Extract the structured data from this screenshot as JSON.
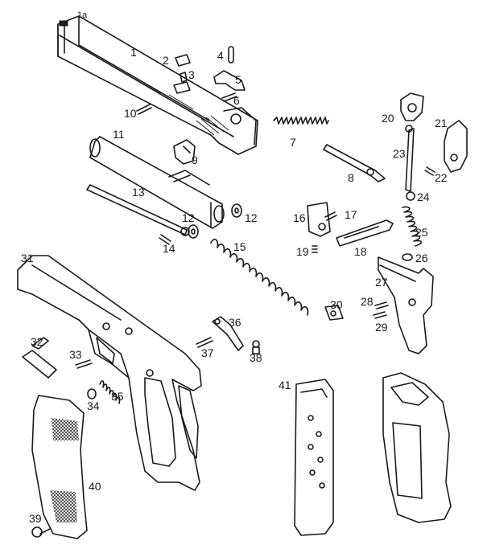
{
  "diagram": {
    "labels": [
      {
        "id": "1a",
        "text": "1a"
      },
      {
        "id": "1",
        "text": "1"
      },
      {
        "id": "2",
        "text": "2"
      },
      {
        "id": "3",
        "text": "3"
      },
      {
        "id": "4",
        "text": "4"
      },
      {
        "id": "5",
        "text": "5"
      },
      {
        "id": "6",
        "text": "6"
      },
      {
        "id": "7",
        "text": "7"
      },
      {
        "id": "8",
        "text": "8"
      },
      {
        "id": "9",
        "text": "9"
      },
      {
        "id": "10",
        "text": "10"
      },
      {
        "id": "11",
        "text": "11"
      },
      {
        "id": "12a",
        "text": "12"
      },
      {
        "id": "12b",
        "text": "12"
      },
      {
        "id": "13",
        "text": "13"
      },
      {
        "id": "14",
        "text": "14"
      },
      {
        "id": "15",
        "text": "15"
      },
      {
        "id": "16",
        "text": "16"
      },
      {
        "id": "17",
        "text": "17"
      },
      {
        "id": "18",
        "text": "18"
      },
      {
        "id": "19",
        "text": "19"
      },
      {
        "id": "20",
        "text": "20"
      },
      {
        "id": "21",
        "text": "21"
      },
      {
        "id": "22",
        "text": "22"
      },
      {
        "id": "23",
        "text": "23"
      },
      {
        "id": "24",
        "text": "24"
      },
      {
        "id": "25",
        "text": "25"
      },
      {
        "id": "26",
        "text": "26"
      },
      {
        "id": "27",
        "text": "27"
      },
      {
        "id": "28",
        "text": "28"
      },
      {
        "id": "29",
        "text": "29"
      },
      {
        "id": "30",
        "text": "30"
      },
      {
        "id": "31",
        "text": "31"
      },
      {
        "id": "32",
        "text": "32"
      },
      {
        "id": "33",
        "text": "33"
      },
      {
        "id": "34",
        "text": "34"
      },
      {
        "id": "35",
        "text": "35"
      },
      {
        "id": "36",
        "text": "36"
      },
      {
        "id": "37",
        "text": "37"
      },
      {
        "id": "38",
        "text": "38"
      },
      {
        "id": "39",
        "text": "39"
      },
      {
        "id": "40",
        "text": "40"
      },
      {
        "id": "41",
        "text": "41"
      }
    ]
  }
}
